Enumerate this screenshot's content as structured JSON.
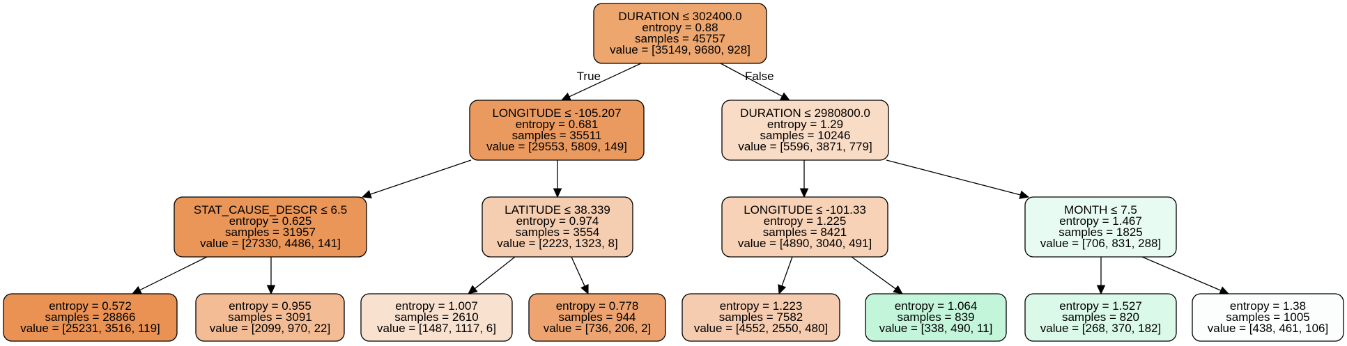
{
  "nodes": [
    {
      "id": "n0",
      "fill": "#eea66f",
      "lines": [
        "DURATION ≤ 302400.0",
        "entropy = 0.88",
        "samples = 45757",
        "value = [35149, 9680, 928]"
      ]
    },
    {
      "id": "n1",
      "fill": "#eb9a5f",
      "lines": [
        "LONGITUDE ≤ -105.207",
        "entropy = 0.681",
        "samples = 35511",
        "value = [29553, 5809, 149]"
      ]
    },
    {
      "id": "n2",
      "fill": "#f9dcc6",
      "lines": [
        "DURATION ≤ 2980800.0",
        "entropy = 1.29",
        "samples = 10246",
        "value = [5596, 3871, 779]"
      ]
    },
    {
      "id": "n3",
      "fill": "#ea9658",
      "lines": [
        "STAT_CAUSE_DESCR ≤ 6.5",
        "entropy = 0.625",
        "samples = 31957",
        "value = [27330, 4486, 141]"
      ]
    },
    {
      "id": "n4",
      "fill": "#f5cdb0",
      "lines": [
        "LATITUDE ≤ 38.339",
        "entropy = 0.974",
        "samples = 3554",
        "value = [2223, 1323, 8]"
      ]
    },
    {
      "id": "n5",
      "fill": "#f7d2b7",
      "lines": [
        "LONGITUDE ≤ -101.33",
        "entropy = 1.225",
        "samples = 8421",
        "value = [4890, 3040, 491]"
      ]
    },
    {
      "id": "n6",
      "fill": "#e8fbf2",
      "lines": [
        "MONTH ≤ 7.5",
        "entropy = 1.467",
        "samples = 1825",
        "value = [706, 831, 288]"
      ]
    },
    {
      "id": "n7",
      "fill": "#e99254",
      "lines": [
        "entropy = 0.572",
        "samples = 28866",
        "value = [25231, 3516, 119]"
      ]
    },
    {
      "id": "n8",
      "fill": "#f3bc94",
      "lines": [
        "entropy = 0.955",
        "samples = 3091",
        "value = [2099, 970, 22]"
      ]
    },
    {
      "id": "n9",
      "fill": "#f9e1cf",
      "lines": [
        "entropy = 1.007",
        "samples = 2610",
        "value = [1487, 1117, 6]"
      ]
    },
    {
      "id": "n10",
      "fill": "#eda470",
      "lines": [
        "entropy = 0.778",
        "samples = 944",
        "value = [736, 206, 2]"
      ]
    },
    {
      "id": "n11",
      "fill": "#f5ccb0",
      "lines": [
        "entropy = 1.223",
        "samples = 7582",
        "value = [4552, 2550, 480]"
      ]
    },
    {
      "id": "n12",
      "fill": "#c3f5da",
      "lines": [
        "entropy = 1.064",
        "samples = 839",
        "value = [338, 490, 11]"
      ]
    },
    {
      "id": "n13",
      "fill": "#daf9e8",
      "lines": [
        "entropy = 1.527",
        "samples = 820",
        "value = [268, 370, 182]"
      ]
    },
    {
      "id": "n14",
      "fill": "#fbfefc",
      "lines": [
        "entropy = 1.38",
        "samples = 1005",
        "value = [438, 461, 106]"
      ]
    }
  ],
  "edges": [
    {
      "from": "n0",
      "to": "n1",
      "label": "True"
    },
    {
      "from": "n0",
      "to": "n2",
      "label": "False"
    },
    {
      "from": "n1",
      "to": "n3",
      "label": ""
    },
    {
      "from": "n1",
      "to": "n4",
      "label": ""
    },
    {
      "from": "n2",
      "to": "n5",
      "label": ""
    },
    {
      "from": "n2",
      "to": "n6",
      "label": ""
    },
    {
      "from": "n3",
      "to": "n7",
      "label": ""
    },
    {
      "from": "n3",
      "to": "n8",
      "label": ""
    },
    {
      "from": "n4",
      "to": "n9",
      "label": ""
    },
    {
      "from": "n4",
      "to": "n10",
      "label": ""
    },
    {
      "from": "n5",
      "to": "n11",
      "label": ""
    },
    {
      "from": "n5",
      "to": "n12",
      "label": ""
    },
    {
      "from": "n6",
      "to": "n13",
      "label": ""
    },
    {
      "from": "n6",
      "to": "n14",
      "label": ""
    }
  ]
}
